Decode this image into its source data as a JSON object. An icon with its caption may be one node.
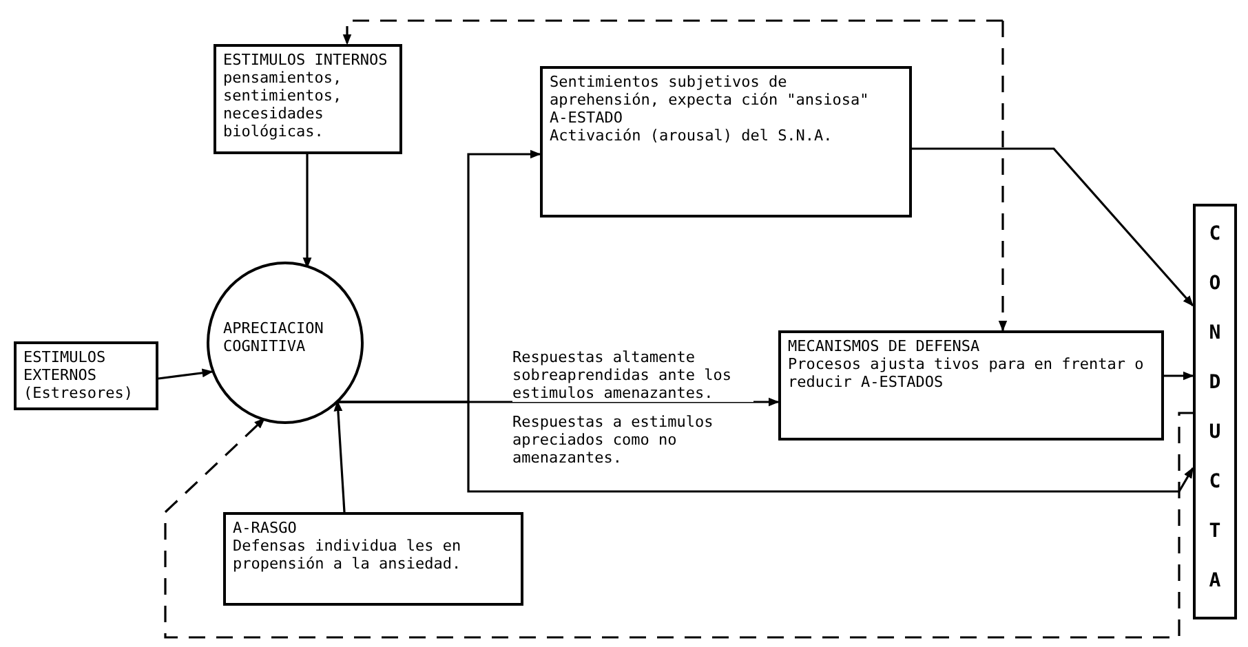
{
  "diagram": {
    "nodes": [
      {
        "text": [
          "ESTIMULOS INTERNOS",
          "pensamientos, sentimientos, necesidades biológicas."
        ]
      },
      {
        "text": [
          "Sentimientos subjetivos de aprehensión, expecta ción \"ansiosa\"",
          "A-ESTADO",
          "Activación (arousal) del S.N.A."
        ]
      },
      {
        "text": [
          "ESTIMULOS EXTERNOS (Estresores)"
        ]
      },
      {
        "text": [
          "APRECIACION COGNITIVA"
        ]
      },
      {
        "text": [
          "MECANISMOS DE DEFENSA",
          "Procesos ajusta tivos para en frentar o reducir A-ESTADOS"
        ]
      },
      {
        "text": [
          "A-RASGO",
          "Defensas individua les en propensión a la ansiedad."
        ]
      },
      {
        "text": [
          "CONDUCTA"
        ]
      }
    ],
    "edges": [
      {
        "from": 0,
        "to": 3,
        "arrow": "to"
      },
      {
        "from": 2,
        "to": 3,
        "arrow": "to"
      },
      {
        "from": 5,
        "to": 3,
        "arrow": "to"
      },
      {
        "from": 3,
        "to": 1,
        "arrow": "to"
      },
      {
        "from": 3,
        "to": 4,
        "arrow": "to",
        "label": "Respuestas altamente sobreaprendidas ante los estimulos amenazantes."
      },
      {
        "from": 3,
        "to": 6,
        "arrow": "to",
        "label": "Respuestas a estimulos apreciados como no amenazantes."
      },
      {
        "from": 1,
        "to": 6,
        "arrow": "to"
      },
      {
        "from": 4,
        "to": 6,
        "arrow": "to"
      },
      {
        "from": null,
        "to": 0,
        "arrow": "to",
        "style": "dashed"
      },
      {
        "from": null,
        "to": 4,
        "arrow": "to",
        "style": "dashed"
      },
      {
        "from": 6,
        "to": 3,
        "arrow": "to",
        "style": "dashed"
      }
    ]
  }
}
